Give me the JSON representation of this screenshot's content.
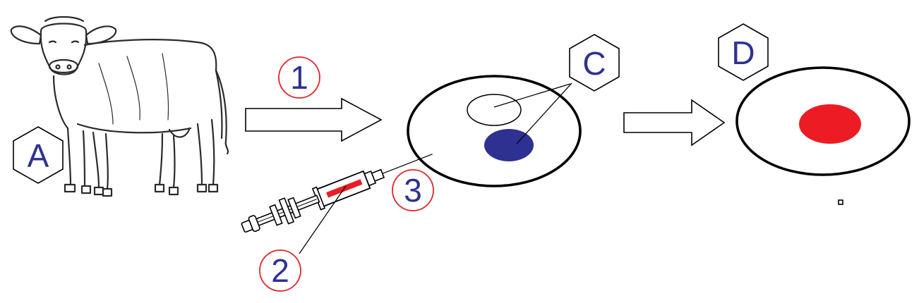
{
  "labels": {
    "hex_a": "A",
    "hex_c": "C",
    "hex_d": "D",
    "step_1": "1",
    "step_2": "2",
    "step_3": "3"
  },
  "colors": {
    "label_text": "#2e3192",
    "step_circle": "#e0262b",
    "injected_nucleus": "#2e3192",
    "result_nucleus": "#ed1c24",
    "syringe_content": "#ed1c24",
    "outline": "#000000"
  },
  "icons": {
    "cow": "cow-illustration",
    "syringe": "syringe-illustration",
    "arrow": "right-arrow"
  }
}
